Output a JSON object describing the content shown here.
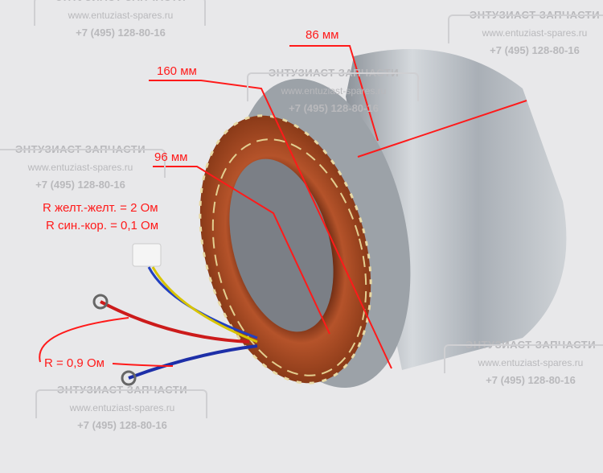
{
  "watermark": {
    "company": "ЭНТУЗИАСТ ЗАПЧАСТИ",
    "site": "www.entuziast-spares.ru",
    "phone": "+7 (495) 128-80-16"
  },
  "annotations": {
    "outer_diameter": "160 мм",
    "width": "86 мм",
    "inner_diameter": "96 мм",
    "r_yellow": "R желт.-желт. = 2 Ом",
    "r_blue": "R син.-кор. = 0,1 Ом",
    "r_main": "R = 0,9 Ом"
  },
  "colors": {
    "annotation": "#ff1a1a",
    "copper": "#a8471f",
    "steel": "#b9bec4"
  }
}
